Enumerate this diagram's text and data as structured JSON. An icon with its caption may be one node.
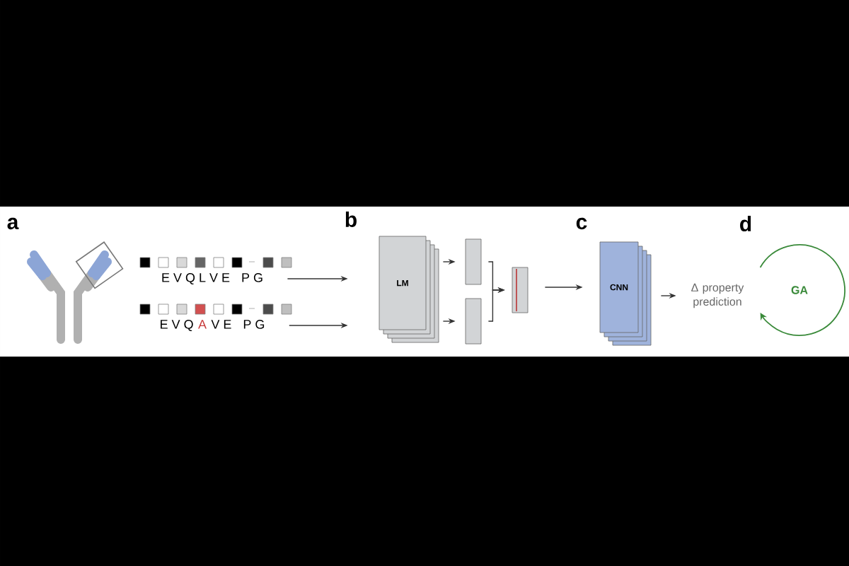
{
  "diagram": {
    "nodes": [
      {
        "text": [
          "E V Q L V E",
          "P G"
        ]
      },
      {
        "text": [
          "E V Q",
          "A",
          "V E",
          "P G"
        ]
      },
      {
        "text": [
          "LM"
        ]
      },
      {
        "text": [],
        "shape": "box"
      },
      {
        "text": [],
        "shape": "box"
      },
      {
        "text": [],
        "shape": "box"
      },
      {
        "text": [
          "CNN"
        ]
      },
      {
        "text": [
          "Δ property prediction"
        ]
      }
    ],
    "edges": [
      {
        "from": 0,
        "to": 2,
        "arrow": "to"
      },
      {
        "from": 1,
        "to": 2,
        "arrow": "to"
      },
      {
        "from": 2,
        "to": 3,
        "arrow": "to"
      },
      {
        "from": 2,
        "to": 4,
        "arrow": "to"
      },
      {
        "from": 3,
        "to": 5,
        "arrow": "to"
      },
      {
        "from": 4,
        "to": 5,
        "arrow": "to"
      },
      {
        "from": 5,
        "to": 6,
        "arrow": "to"
      },
      {
        "from": 6,
        "to": 7,
        "arrow": "to"
      }
    ],
    "labels": [
      "a",
      "b",
      "c",
      "d",
      "GA"
    ]
  }
}
